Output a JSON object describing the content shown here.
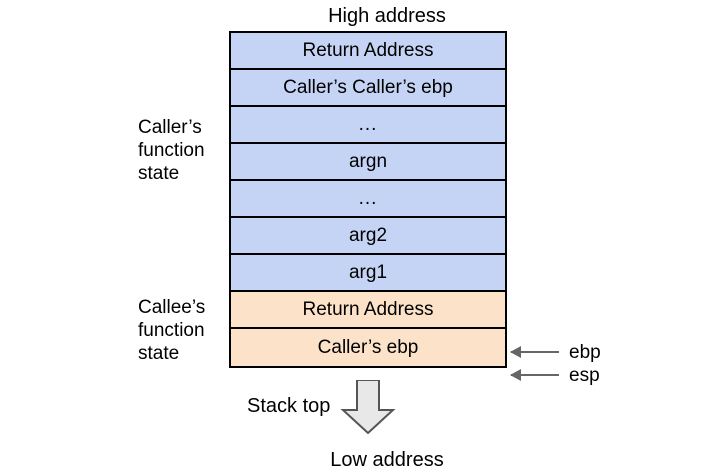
{
  "diagram": {
    "top_label": "High address",
    "bottom_label": "Low address",
    "stack_top_label": "Stack top",
    "colors": {
      "caller_fill": "#c5d4f5",
      "callee_fill": "#fbe2c8",
      "border": "#000000",
      "pointer_arrow": "#666666",
      "block_arrow_fill": "#e8e8e8"
    },
    "groups": [
      {
        "id": "caller",
        "label": "Caller’s\nfunction\nstate",
        "line1": "Caller’s",
        "line2": "function",
        "line3": "state"
      },
      {
        "id": "callee",
        "label": "Callee’s\nfunction\nstate",
        "line1": "Callee’s",
        "line2": "function",
        "line3": "state"
      }
    ],
    "rows": [
      {
        "text": "Return Address",
        "group": "caller",
        "fill": "caller"
      },
      {
        "text": "Caller’s Caller’s ebp",
        "group": "caller",
        "fill": "caller"
      },
      {
        "text": "...",
        "group": "caller",
        "fill": "caller"
      },
      {
        "text": "argn",
        "group": "caller",
        "fill": "caller"
      },
      {
        "text": "...",
        "group": "caller",
        "fill": "caller"
      },
      {
        "text": "arg2",
        "group": "caller",
        "fill": "caller"
      },
      {
        "text": "arg1",
        "group": "caller",
        "fill": "caller"
      },
      {
        "text": "Return Address",
        "group": "callee",
        "fill": "callee"
      },
      {
        "text": "Caller’s ebp",
        "group": "callee",
        "fill": "callee"
      }
    ],
    "pointers": [
      {
        "id": "ebp",
        "label": "ebp",
        "target_row": 8,
        "edge": "top"
      },
      {
        "id": "esp",
        "label": "esp",
        "target_row": 8,
        "edge": "bottom"
      }
    ]
  }
}
